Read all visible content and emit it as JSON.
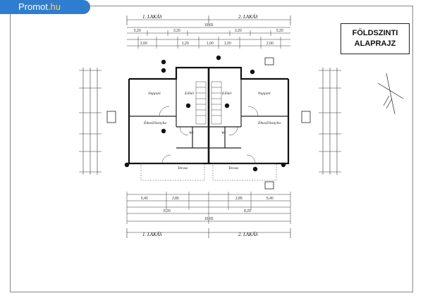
{
  "logo": {
    "brand": "Promot",
    "tld": ".hu"
  },
  "title": {
    "line1": "FÖLDSZINTI",
    "line2": "ALAPRAJZ"
  },
  "units": {
    "left": "1. LAKÁS",
    "right": "2. LAKÁS"
  },
  "rooms": {
    "living_left": "Nappali",
    "living_right": "Nappali",
    "hall_left": "Előtér",
    "hall_right": "Előtér",
    "dining_left": "Étkező/konyha",
    "dining_right": "Étkező/konyha",
    "wc_left": "Wc",
    "wc_right": "Wc",
    "terrace_left": "Terasz",
    "terrace_right": "Terasz"
  },
  "dimensions": {
    "top_total": "16,65",
    "bottom_total": "16,65",
    "top_row1": [
      "5,20",
      "3,20",
      "3,20",
      "5,20"
    ],
    "top_row2": [
      "2,00",
      "1,20",
      "1,00",
      "1,20",
      "2,00"
    ],
    "bottom_row1": [
      "5,40",
      "2,85",
      "2,85",
      "5,40"
    ],
    "bottom_row2": [
      "8,20",
      "8,20"
    ]
  }
}
